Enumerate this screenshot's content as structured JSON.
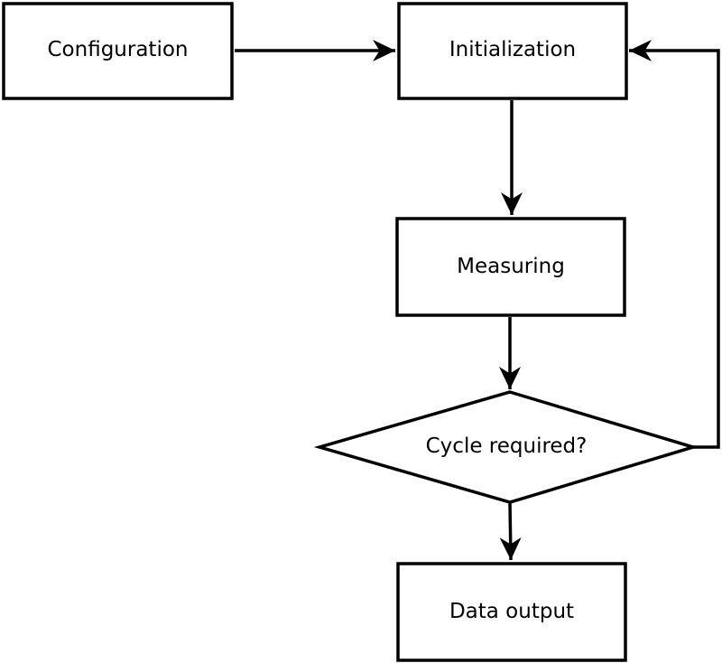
{
  "diagram": {
    "nodes": {
      "configuration": {
        "label": "Configuration",
        "shape": "rect"
      },
      "initialization": {
        "label": "Initialization",
        "shape": "rect"
      },
      "measuring": {
        "label": "Measuring",
        "shape": "rect"
      },
      "cycle_required": {
        "label": "Cycle required?",
        "shape": "diamond"
      },
      "data_output": {
        "label": "Data output",
        "shape": "rect"
      }
    },
    "edges": [
      {
        "from": "configuration",
        "to": "initialization"
      },
      {
        "from": "initialization",
        "to": "measuring"
      },
      {
        "from": "measuring",
        "to": "cycle_required"
      },
      {
        "from": "cycle_required",
        "to": "data_output"
      },
      {
        "from": "cycle_required",
        "to": "initialization",
        "kind": "feedback-loop"
      }
    ],
    "colors": {
      "stroke": "#000000",
      "fill": "#ffffff",
      "text": "#000000"
    }
  }
}
